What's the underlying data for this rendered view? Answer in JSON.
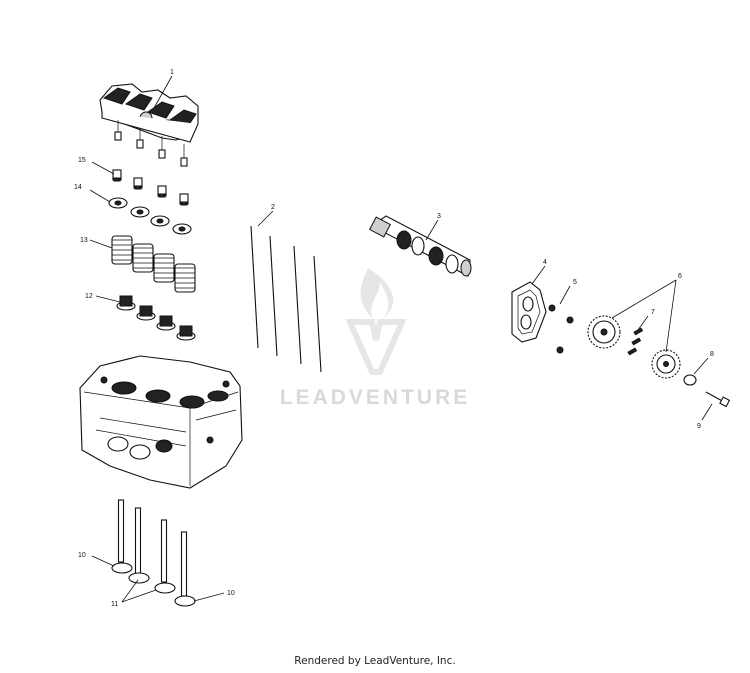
{
  "footer": {
    "text": "Rendered by LeadVenture, Inc."
  },
  "watermark": {
    "text": "LEADVENTURE"
  },
  "callouts": [
    "1",
    "2",
    "3",
    "4",
    "5",
    "6",
    "7",
    "8",
    "9",
    "10",
    "10",
    "11",
    "12",
    "13",
    "14",
    "15"
  ]
}
